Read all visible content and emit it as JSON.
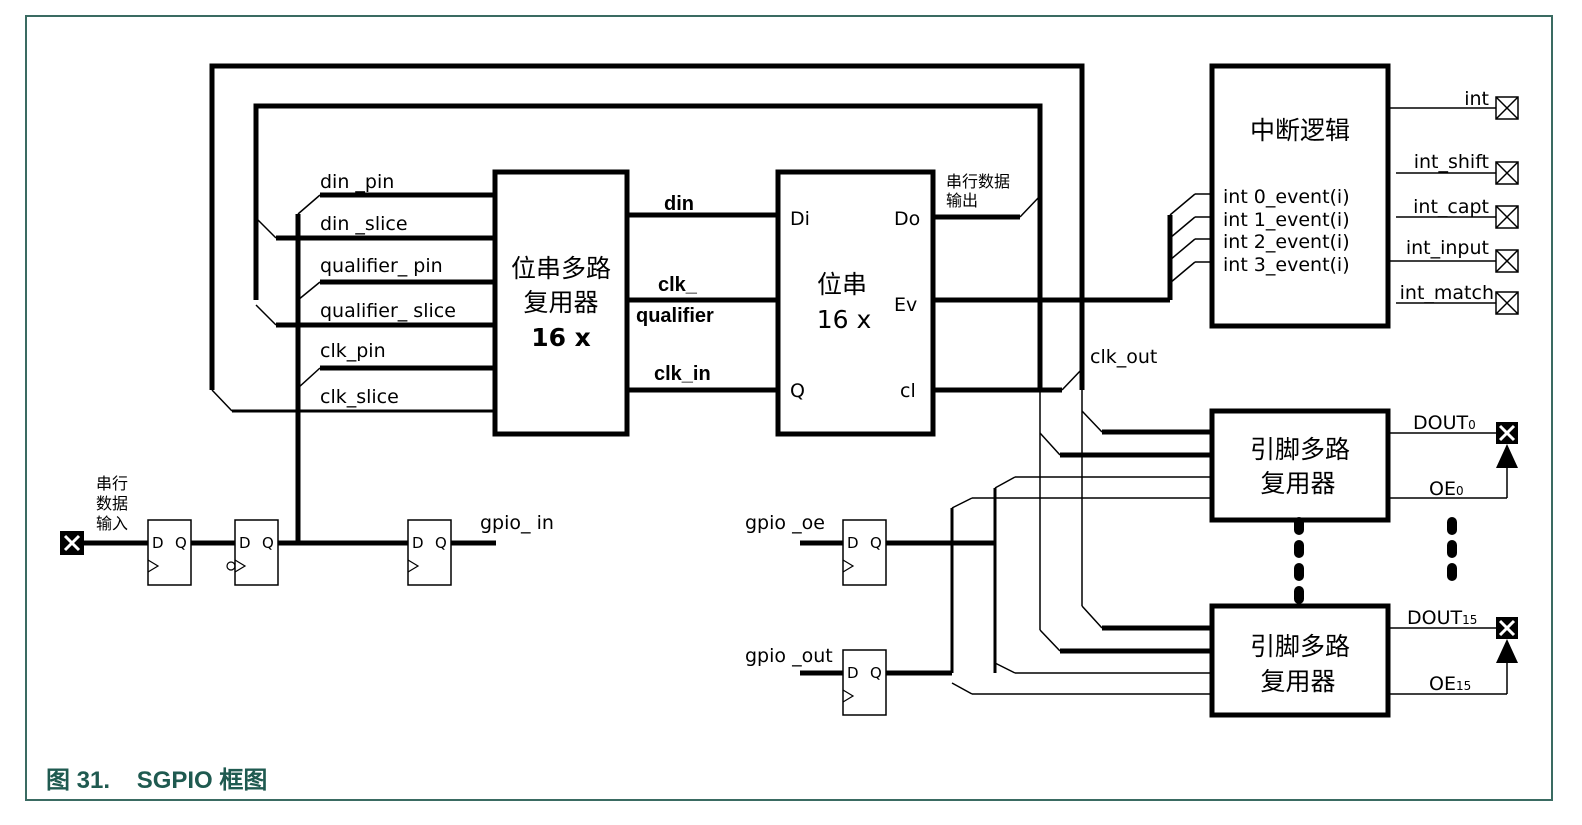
{
  "caption": {
    "number": "图 31.",
    "title": "SGPIO 框图"
  },
  "colors": {
    "frame": "#3a6b62",
    "caption": "#1f5a50",
    "lines": "#000000"
  },
  "serial_mux": {
    "line1": "位串多路",
    "line2": "复用器",
    "line3": "16 x"
  },
  "mux_inputs": [
    "din _pin",
    "din _slice",
    "qualifier_ pin",
    "qualifier_ slice",
    "clk_pin",
    "clk_slice"
  ],
  "mux_outputs": {
    "din": "din",
    "clk_q_1": "clk_",
    "clk_q_2": "qualifier",
    "clk_in": "clk_in"
  },
  "shifter": {
    "line1": "位串",
    "line2": "16 x",
    "di": "Di",
    "do": "Do",
    "ev": "Ev",
    "q": "Q",
    "cl": "cl"
  },
  "serial_out_label": {
    "line1": "串行数据",
    "line2": "输出"
  },
  "interrupt_logic": {
    "title": "中断逻辑",
    "inputs": [
      "int 0_event(i)",
      "int 1_event(i)",
      "int 2_event(i)",
      "int 3_event(i)"
    ],
    "outputs": [
      "int",
      "int_shift",
      "int_capt",
      "int_input",
      "int_match"
    ]
  },
  "clk_out": "clk_out",
  "pin_mux": {
    "line1": "引脚多路",
    "line2": "复用器",
    "dout0": "DOUT",
    "dout0_sub": "0",
    "oe0": "OE",
    "oe0_sub": "0",
    "dout15": "DOUT",
    "dout15_sub": "15",
    "oe15": "OE",
    "oe15_sub": "15"
  },
  "serial_in_label": {
    "line1": "串行",
    "line2": "数据",
    "line3": "输入"
  },
  "flipflop": {
    "d": "D",
    "q": "Q"
  },
  "gpio": {
    "in": "gpio_ in",
    "oe": "gpio _oe",
    "out": "gpio _out"
  }
}
